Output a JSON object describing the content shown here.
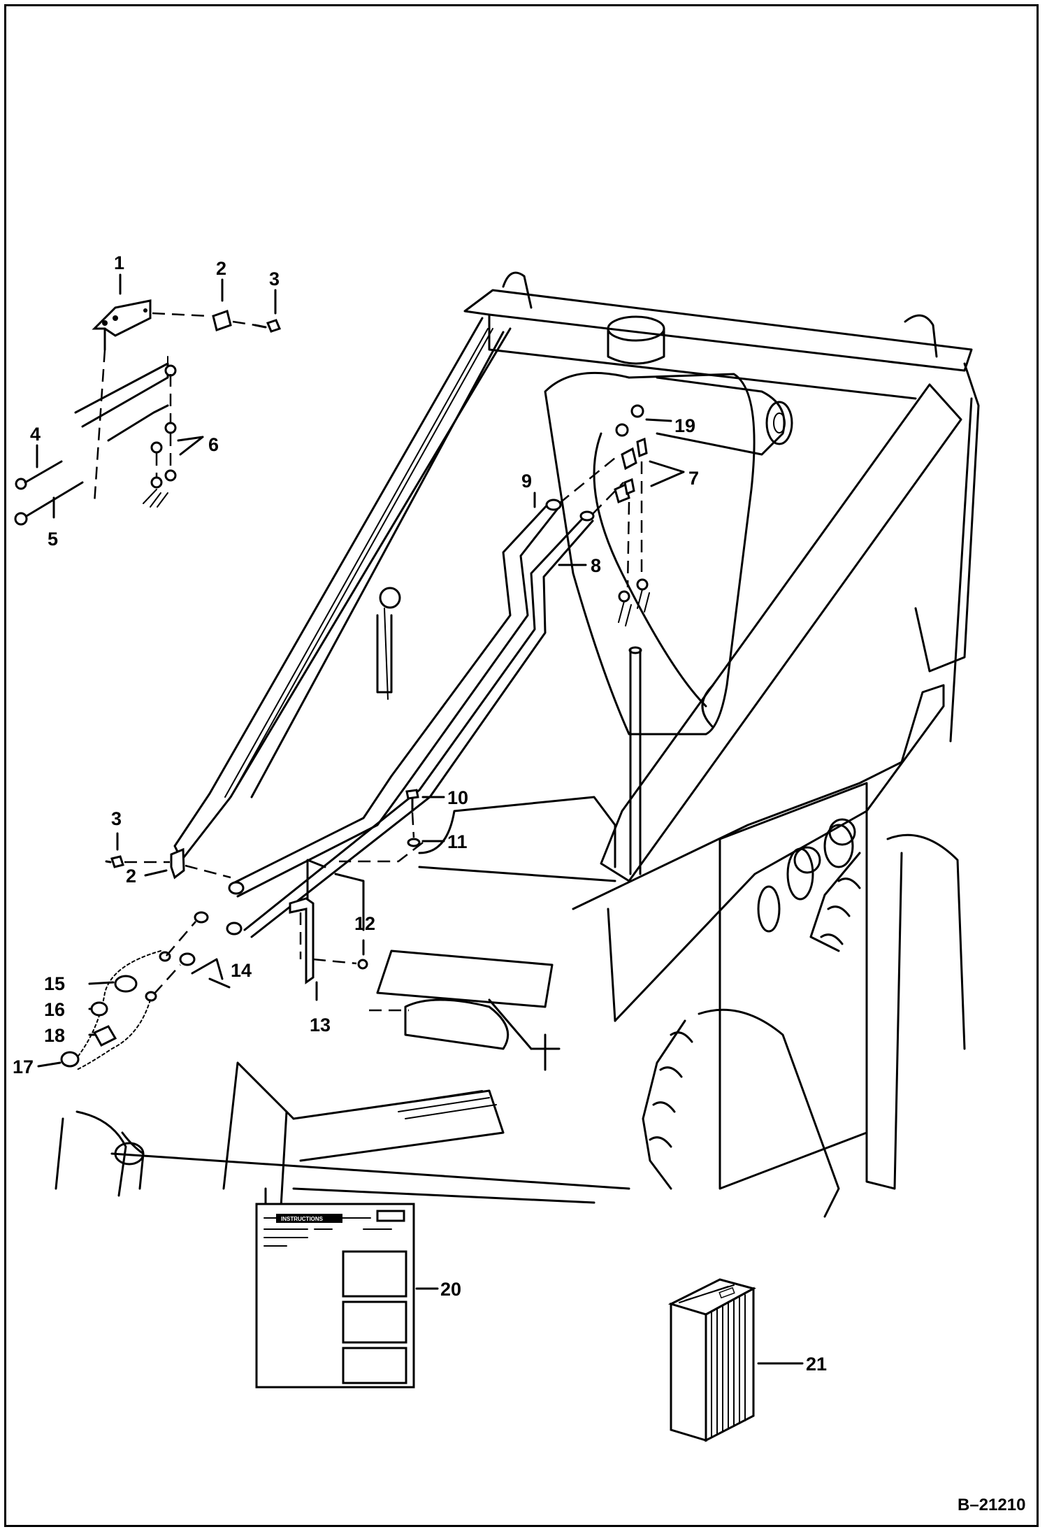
{
  "diagram": {
    "reference": "B–21210",
    "callouts": [
      {
        "id": "c1",
        "text": "1"
      },
      {
        "id": "c2a",
        "text": "2"
      },
      {
        "id": "c3a",
        "text": "3"
      },
      {
        "id": "c4",
        "text": "4"
      },
      {
        "id": "c5",
        "text": "5"
      },
      {
        "id": "c6",
        "text": "6"
      },
      {
        "id": "c19",
        "text": "19"
      },
      {
        "id": "c7",
        "text": "7"
      },
      {
        "id": "c9",
        "text": "9"
      },
      {
        "id": "c8",
        "text": "8"
      },
      {
        "id": "c10",
        "text": "10"
      },
      {
        "id": "c11",
        "text": "11"
      },
      {
        "id": "c3b",
        "text": "3"
      },
      {
        "id": "c2b",
        "text": "2"
      },
      {
        "id": "c12",
        "text": "12"
      },
      {
        "id": "c14",
        "text": "14"
      },
      {
        "id": "c15",
        "text": "15"
      },
      {
        "id": "c16",
        "text": "16"
      },
      {
        "id": "c18",
        "text": "18"
      },
      {
        "id": "c17",
        "text": "17"
      },
      {
        "id": "c13",
        "text": "13"
      },
      {
        "id": "c20",
        "text": "20"
      },
      {
        "id": "c21",
        "text": "21"
      }
    ],
    "instruction_sheet": {
      "title": "INSTRUCTIONS"
    }
  }
}
